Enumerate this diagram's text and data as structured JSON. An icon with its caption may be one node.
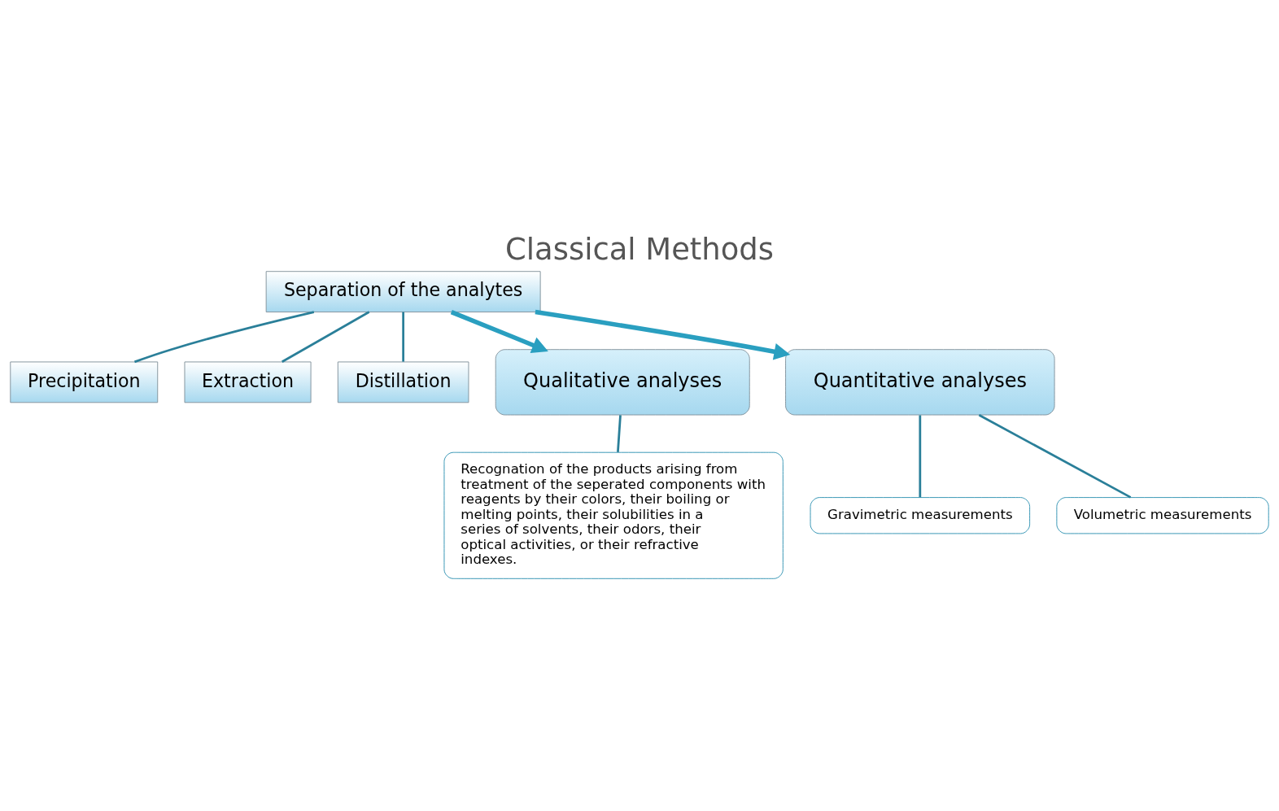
{
  "diagram": {
    "title": "Classical Methods",
    "nodes": [
      {
        "text": [
          "Separation of the analytes"
        ]
      },
      {
        "text": [
          "Precipitation"
        ]
      },
      {
        "text": [
          "Extraction"
        ]
      },
      {
        "text": [
          "Distillation"
        ]
      },
      {
        "text": [
          "Qualitative analyses"
        ]
      },
      {
        "text": [
          "Quantitative analyses"
        ]
      },
      {
        "text": [
          "Recognation of the products arising from treatment of the seperated components with reagents by their colors, their boiling or melting points, their solubilities in a series of solvents, their odors, their optical activities, or their refractive indexes."
        ]
      },
      {
        "text": [
          "Gravimetric measurements"
        ]
      },
      {
        "text": [
          "Volumetric measurements"
        ]
      }
    ],
    "edges": [
      {
        "from": 0,
        "to": 1,
        "arrow": "none"
      },
      {
        "from": 0,
        "to": 2,
        "arrow": "none"
      },
      {
        "from": 0,
        "to": 3,
        "arrow": "none"
      },
      {
        "from": 0,
        "to": 4,
        "arrow": "to",
        "style": "thick"
      },
      {
        "from": 0,
        "to": 5,
        "arrow": "to",
        "style": "thick"
      },
      {
        "from": 4,
        "to": 6,
        "arrow": "none"
      },
      {
        "from": 5,
        "to": 7,
        "arrow": "none"
      },
      {
        "from": 5,
        "to": 8,
        "arrow": "none"
      }
    ]
  }
}
